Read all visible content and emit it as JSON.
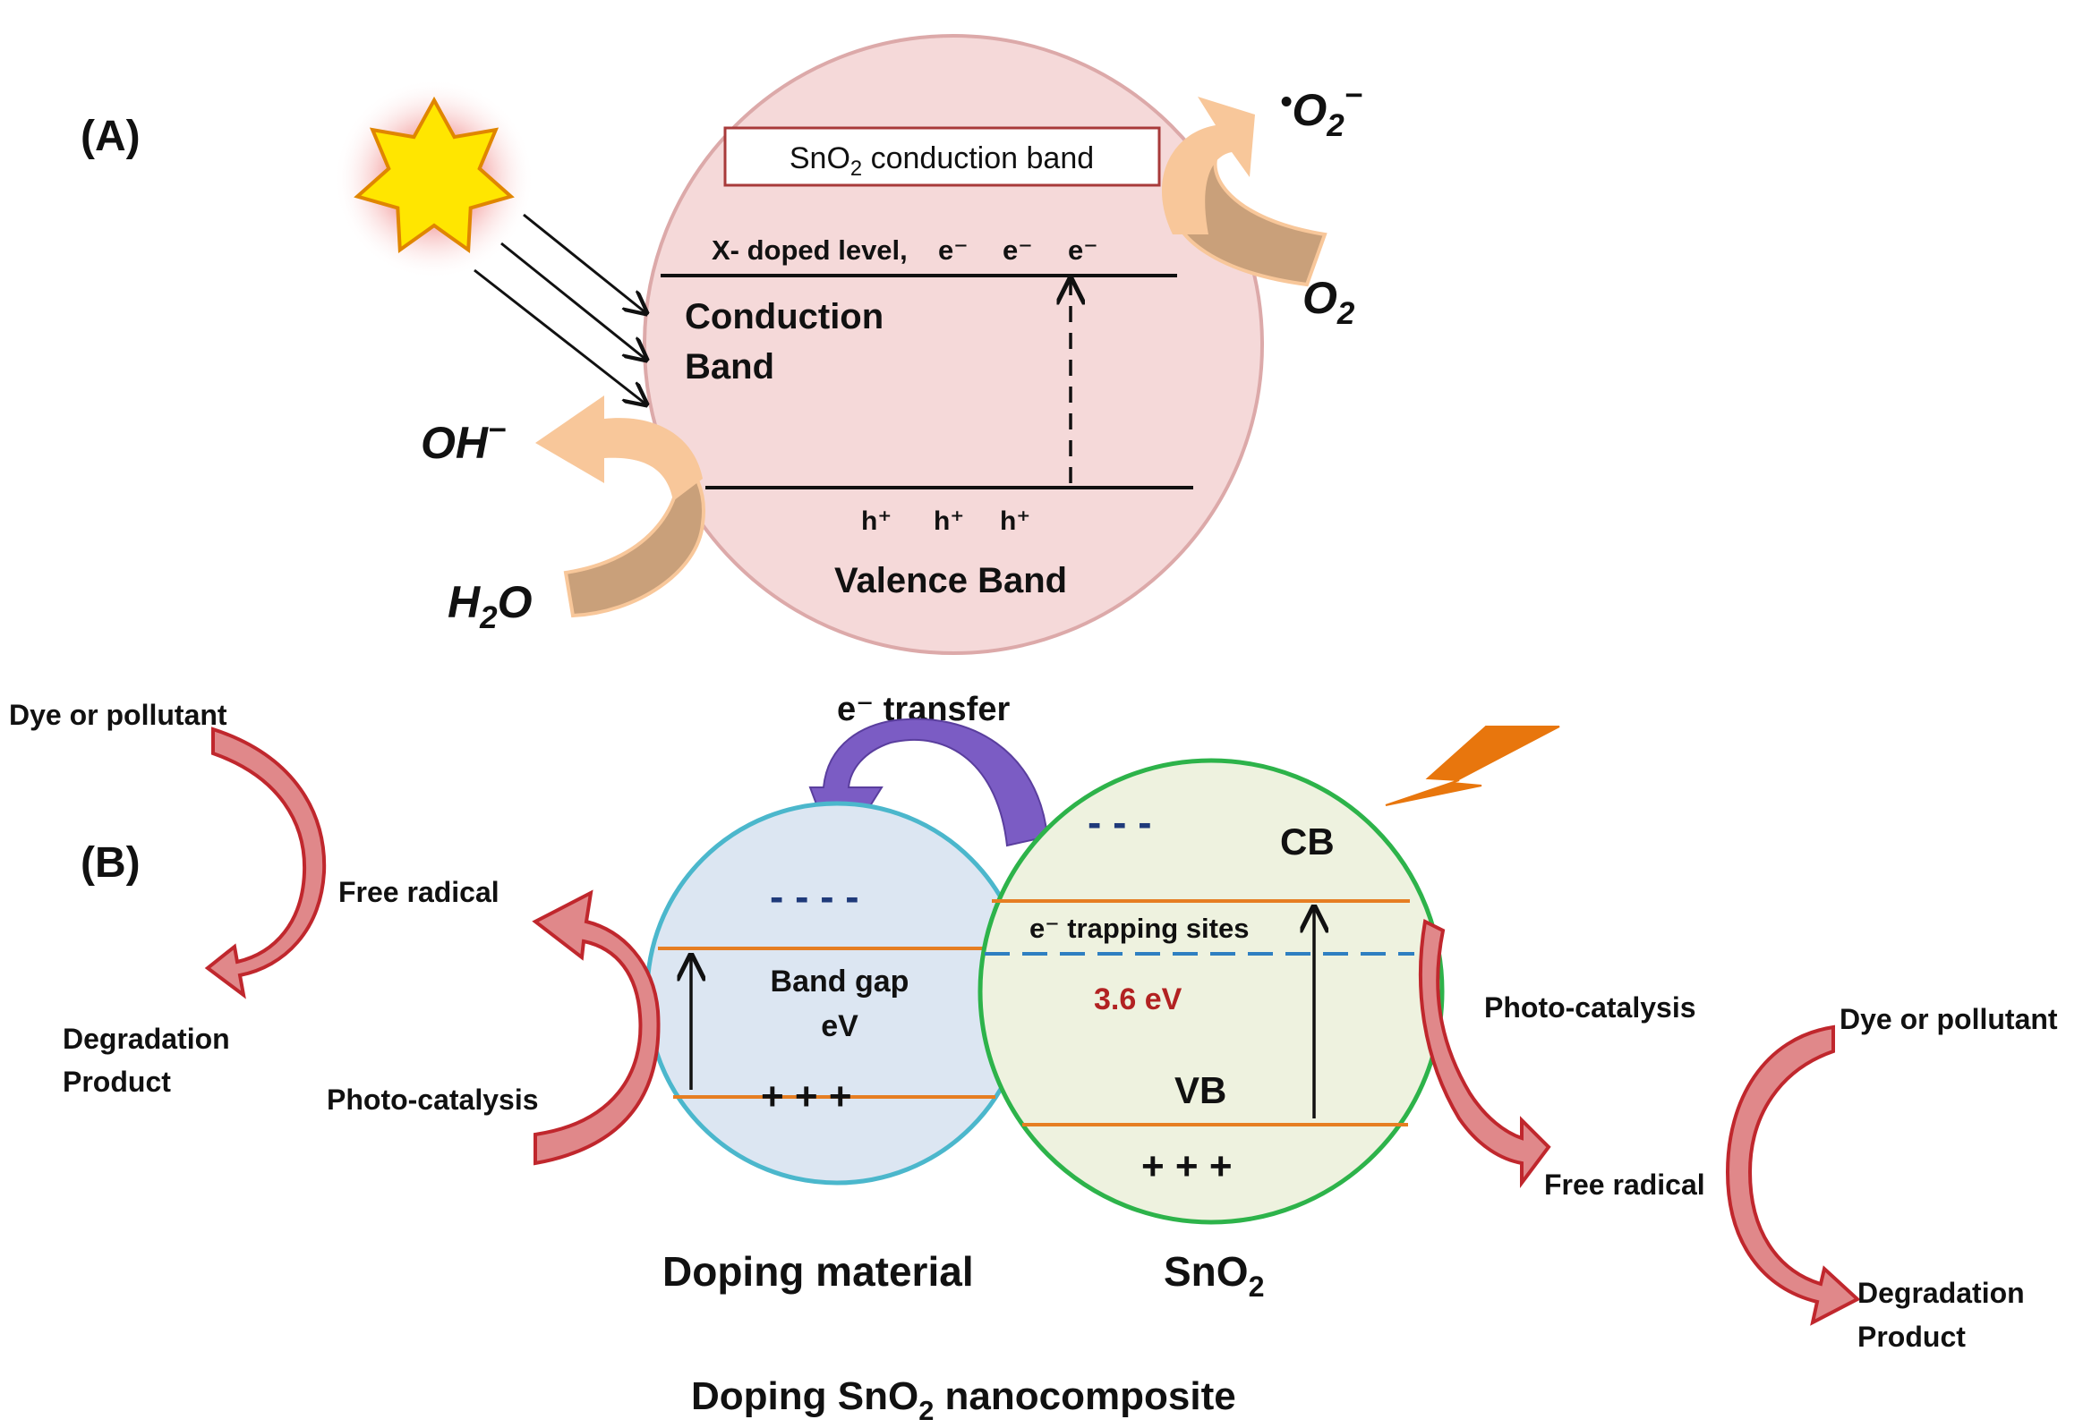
{
  "panel_a": {
    "label": "(A)",
    "sno2_cb_box": {
      "main": "SnO",
      "sub": "2",
      "rest": " conduction band"
    },
    "doped_level": "X- doped level,",
    "electron": "e⁻",
    "conduction_band": [
      "Conduction",
      "Band"
    ],
    "holes": "h⁺",
    "valence_band": "Valence Band",
    "superoxide": {
      "dot": "•",
      "main": "O",
      "sub": "2",
      "sup": "−"
    },
    "oxygen": {
      "main": "O",
      "sub": "2"
    },
    "hydroxide": {
      "main": "OH",
      "sup": "−"
    },
    "water": {
      "pre": "H",
      "sub": "2",
      "post": "O"
    }
  },
  "panel_b": {
    "label": "(B)",
    "e_transfer": "e⁻ transfer",
    "left": {
      "dye": "Dye or pollutant",
      "free_radical": "Free radical",
      "degradation": [
        "Degradation",
        "Product"
      ],
      "photocatalysis": "Photo-catalysis"
    },
    "doping_circle": {
      "band_gap": [
        "Band gap",
        "eV"
      ],
      "holes": "+ + +",
      "electrons": "- - - -",
      "title": "Doping material"
    },
    "sno2_circle": {
      "cb": "CB",
      "vb": "VB",
      "trapping": "e⁻  trapping sites",
      "energy": "3.6 eV",
      "holes": "+ + +",
      "electrons": "- - -",
      "title": {
        "main": "SnO",
        "sub": "2"
      }
    },
    "right": {
      "photocatalysis": "Photo-catalysis",
      "dye": "Dye or pollutant",
      "free_radical": "Free radical",
      "degradation": [
        "Degradation",
        "Product"
      ]
    },
    "caption": {
      "pre": "Doping SnO",
      "sub": "2",
      "post": " nanocomposite"
    }
  },
  "colors": {
    "panel_a_circle_fill": "#f5d9d9",
    "panel_a_circle_stroke": "#dca9a9",
    "peach_arrow": "#f8c79a",
    "tan_arrow": "#c9a07a",
    "doping_circle_fill": "#dce6f2",
    "doping_circle_stroke": "#4bb7cc",
    "sno2_circle_fill": "#eef2df",
    "sno2_circle_stroke": "#2db34a",
    "band_line": "#e67e22",
    "trap_line": "#2e7fc1",
    "e_transfer_arrow": "#7b5cc4",
    "red_arrow": "#c0272d",
    "energy_text": "#b22222",
    "lightning": "#e8760d",
    "sun_fill": "#ffe600",
    "sun_stroke": "#e08600"
  }
}
